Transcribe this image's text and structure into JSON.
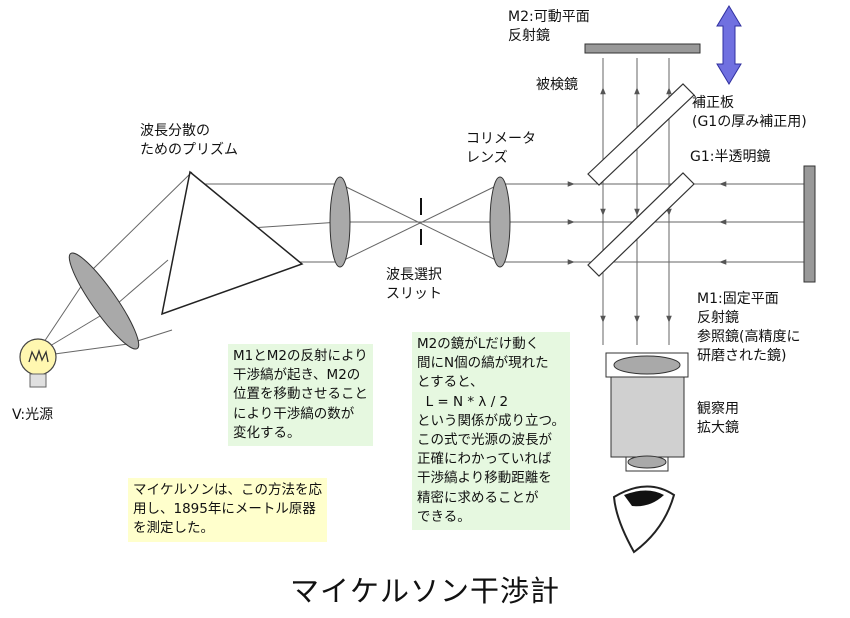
{
  "title": "マイケルソン干渉計",
  "labels": {
    "m2": "M2:可動平面\n反射鏡",
    "test_mirror": "被検鏡",
    "compensator": "補正板\n(G1の厚み補正用)",
    "g1": "G1:半透明鏡",
    "prism": "波長分散の\nためのプリズム",
    "collimator": "コリメータ\nレンズ",
    "slit": "波長選択\nスリット",
    "m1": "M1:固定平面\n反射鏡\n参照鏡(高精度に\n研磨された鏡)",
    "magnifier": "観察用\n拡大鏡",
    "source": "V:光源"
  },
  "notes": {
    "interference": "M1とM2の反射により\n干渉縞が起き、M2の\n位置を移動させること\nにより干渉縞の数が\n変化する。",
    "michelson": "マイケルソンは、この方法を応\n用し、1895年にメートル原器\nを測定した。",
    "formula": "M2の鏡がLだけ動く\n間にN個の縞が現れた\nとすると、\n  L = N * λ / 2\nという関係が成り立つ。\nこの式で光源の波長が\n正確にわかっていれば\n干渉縞より移動距離を\n精密に求めることが\nできる。"
  },
  "colors": {
    "note_green": "#e6f8e0",
    "note_yellow": "#ffffcc",
    "lens_fill": "#a9a9a9",
    "arrow_blue": "#7070e0",
    "bulb_fill": "#fff7b0"
  },
  "icons": [
    "light-bulb-icon",
    "eye-icon"
  ]
}
